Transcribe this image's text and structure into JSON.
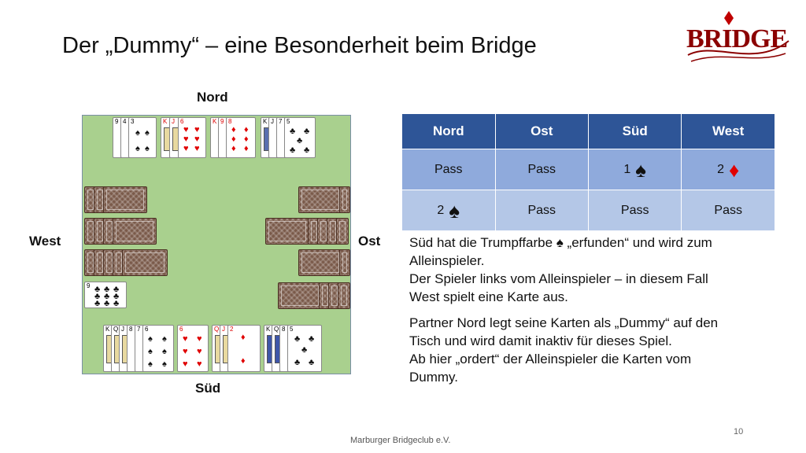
{
  "slide": {
    "title": "Der „Dummy“ – eine Besonderheit beim Bridge",
    "logo_text": "BRIDGE",
    "footer": "Marburger Bridgeclub e.V.",
    "page_number": "10"
  },
  "table": {
    "north": "Nord",
    "south": "Süd",
    "west": "West",
    "east": "Ost"
  },
  "auction": {
    "headers": [
      "Nord",
      "Ost",
      "Süd",
      "West"
    ],
    "row1": {
      "nord": "Pass",
      "ost": "Pass",
      "sued_level": "1",
      "sued_suit": "♠",
      "west_level": "2",
      "west_suit": "♦"
    },
    "row2": {
      "nord_level": "2",
      "nord_suit": "♠",
      "ost": "Pass",
      "sued": "Pass",
      "west": "Pass"
    }
  },
  "text": {
    "para1": [
      "Süd hat die Trumpffarbe ♠ „erfunden“ und wird zum",
      "Alleinspieler.",
      "Der Spieler links vom Alleinspieler – in diesem Fall",
      "West spielt eine Karte aus."
    ],
    "para2": [
      "Partner Nord legt seine Karten als „Dummy“ auf den",
      "Tisch und wird damit inaktiv für dieses Spiel.",
      "Ab hier „ordert“ der Alleinspieler die Karten vom",
      "Dummy."
    ]
  },
  "colors": {
    "header_blue": "#2e5597",
    "row1_blue": "#8faadc",
    "row2_blue": "#b4c7e7",
    "felt_green": "#a9d08e",
    "diamond_red": "#e00000"
  }
}
